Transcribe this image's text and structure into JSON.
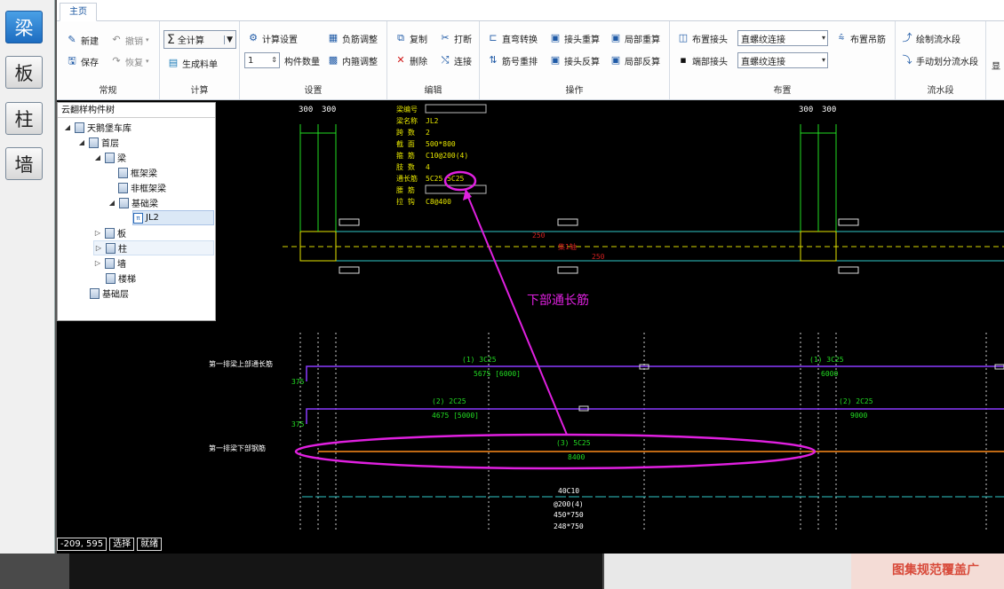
{
  "left_rail": {
    "items": [
      "梁",
      "板",
      "柱",
      "墙"
    ]
  },
  "ribbon": {
    "tab": "主页",
    "groups": {
      "general": {
        "label": "常规",
        "new": "新建",
        "undo": "撤销",
        "save": "保存",
        "redo": "恢复"
      },
      "calc": {
        "label": "计算",
        "calc_all": "全计算",
        "bom": "生成料单"
      },
      "settings": {
        "label": "设置",
        "calc_settings": "计算设置",
        "qty": "1",
        "qty_label": "构件数量",
        "neg_adjust": "负筋调整",
        "stirrup_adjust": "内箍调整"
      },
      "edit": {
        "label": "编辑",
        "copy": "复制",
        "break": "打断",
        "delete": "删除",
        "connect": "连接"
      },
      "operation": {
        "label": "操作",
        "straight_conv": "直弯转换",
        "joint_recalc": "接头重算",
        "local_recalc": "局部重算",
        "rebar_reorder": "筋号重排",
        "joint_reverse": "接头反算",
        "local_reverse": "局部反算"
      },
      "layout": {
        "label": "布置",
        "place_joint": "布置接头",
        "end_joint": "端部接头",
        "joint_type1": "直螺纹连接",
        "joint_type2": "直螺纹连接",
        "place_hanger": "布置吊筋"
      },
      "flow": {
        "label": "流水段",
        "draw_flow": "绘制流水段",
        "manual_flow": "手动划分流水段"
      },
      "extra": {
        "label": "显"
      }
    }
  },
  "tree": {
    "title": "云翻样构件树",
    "nodes": [
      {
        "label": "天鹅堡车库"
      },
      {
        "label": "首层"
      },
      {
        "label": "梁"
      },
      {
        "label": "框架梁"
      },
      {
        "label": "非框架梁"
      },
      {
        "label": "基础梁"
      },
      {
        "label": "JL2"
      },
      {
        "label": "板"
      },
      {
        "label": "柱"
      },
      {
        "label": "墙"
      },
      {
        "label": "楼梯"
      },
      {
        "label": "基础层"
      }
    ]
  },
  "beam_info": {
    "rows": [
      {
        "k": "梁编号",
        "v": ""
      },
      {
        "k": "梁名称",
        "v": "JL2"
      },
      {
        "k": "跨 数",
        "v": "2"
      },
      {
        "k": "截 面",
        "v": "500*800"
      },
      {
        "k": "箍 筋",
        "v": "C10@200(4)"
      },
      {
        "k": "肢 数",
        "v": "4"
      },
      {
        "k": "通长筋",
        "v": "5C25 5C25"
      },
      {
        "k": "腰 筋",
        "v": ""
      },
      {
        "k": "拉 钩",
        "v": "C8@400"
      }
    ]
  },
  "drawing": {
    "dim_left_a": "300",
    "dim_left_b": "300",
    "dim_right_a": "300",
    "dim_right_b": "300",
    "dim_250_top": "250",
    "axis_label": "集1轴",
    "dim_250_bot": "250",
    "annotation": "下部通长筋",
    "row1_label": "第一排梁上部通长筋",
    "row1_spec_a": "(1) 3C25",
    "row1_len_a": "5675 [6000]",
    "row1_spec_b": "(1) 3C25",
    "row1_len_b": "6000",
    "row1_side": "375",
    "row2_spec_a": "(2) 2C25",
    "row2_len_a": "4675 [5000]",
    "row2_spec_b": "(2) 2C25",
    "row2_len_b": "9000",
    "row2_side": "375",
    "row3_label": "第一排梁下部钢筋",
    "row3_spec": "(3) 5C25",
    "row3_len": "8400",
    "stirrup_count": "40C10",
    "stirrup_spacing": "@200(4)",
    "stirrup_dim1": "450*750",
    "stirrup_dim2": "248*750"
  },
  "status": {
    "coords": "-209, 595",
    "mode": "选择",
    "state": "就绪"
  },
  "watermark": "图集规范覆盖广",
  "colors": {
    "accent": "#e020e0",
    "rebar_purple": "#8a3aff",
    "rebar_orange": "#ff8c1a",
    "cad_green": "#22dd22",
    "cad_cyan": "#2fc7c7",
    "cad_yellow": "#e6e600",
    "dim_red": "#d02020"
  }
}
